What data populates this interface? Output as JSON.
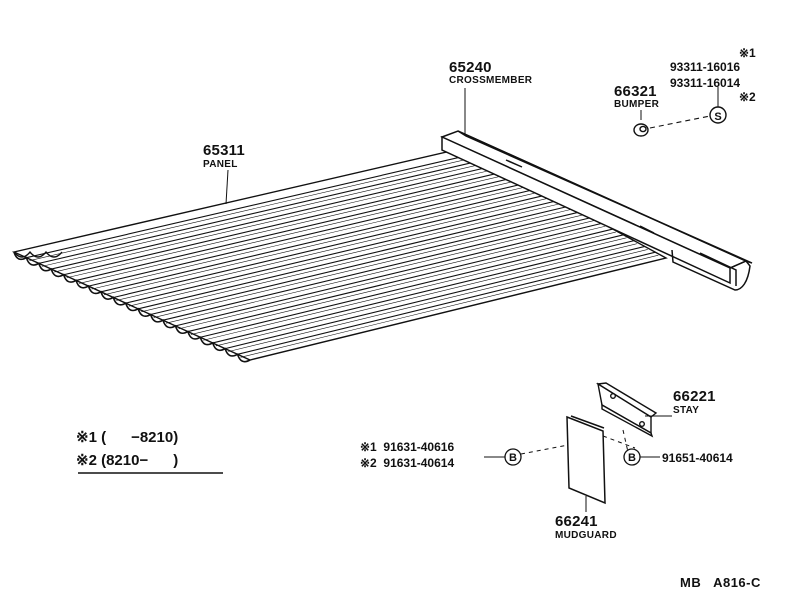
{
  "parts": {
    "panel": {
      "number": "65311",
      "name": "PANEL"
    },
    "crossmember": {
      "number": "65240",
      "name": "CROSSMEMBER"
    },
    "bumper": {
      "number": "66321",
      "name": "BUMPER"
    },
    "stay": {
      "number": "66221",
      "name": "STAY"
    },
    "mudguard": {
      "number": "66241",
      "name": "MUDGUARD"
    }
  },
  "bumper_screw": {
    "mark1": "※1",
    "pn1": "93311-16016",
    "pn2": "93311-16014",
    "mark2": "※2",
    "symbol": "S"
  },
  "mudguard_bolt": {
    "line1": "※1  91631-40616",
    "line2": "※2  91631-40614",
    "symbol": "B"
  },
  "stay_bolt": {
    "pn": "91651-40614",
    "symbol": "B"
  },
  "notes": {
    "note1": "※1 (      −8210)",
    "note2": "※2 (8210−      )"
  },
  "diagram_code": "MB   A816-C"
}
